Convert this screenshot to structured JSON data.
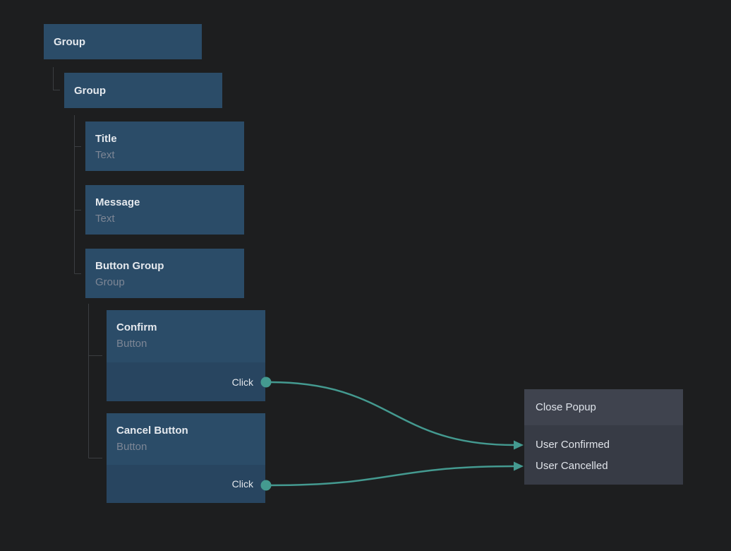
{
  "colors": {
    "background": "#1d1e1f",
    "node_blue": "#2b4c68",
    "node_blue_port_row": "#284560",
    "action_header_gray": "#3f434e",
    "action_body_gray": "#373b45",
    "edge_teal": "#449a90",
    "tree_line_gray": "#3b3e41",
    "text_primary": "#e5e9ee",
    "text_secondary": "#7d8695"
  },
  "tree": {
    "nodes": [
      {
        "id": "group-1",
        "label": "Group"
      },
      {
        "id": "group-2",
        "label": "Group"
      },
      {
        "id": "title",
        "label": "Title",
        "type": "Text"
      },
      {
        "id": "message",
        "label": "Message",
        "type": "Text"
      },
      {
        "id": "button-group",
        "label": "Button Group",
        "type": "Group"
      },
      {
        "id": "confirm",
        "label": "Confirm",
        "type": "Button",
        "event_port": "Click"
      },
      {
        "id": "cancel-button",
        "label": "Cancel Button",
        "type": "Button",
        "event_port": "Click"
      }
    ]
  },
  "action_node": {
    "title": "Close Popup",
    "inputs": [
      "User Confirmed",
      "User Cancelled"
    ]
  },
  "connections": [
    {
      "from": "Confirm.Click",
      "to": "Close Popup.User Confirmed"
    },
    {
      "from": "Cancel Button.Click",
      "to": "Close Popup.User Cancelled"
    }
  ]
}
